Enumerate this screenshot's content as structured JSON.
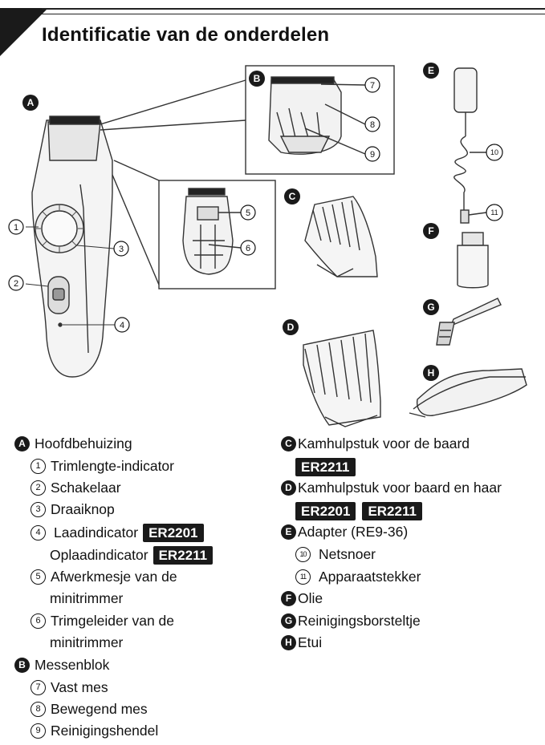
{
  "title": "Identificatie van de onderdelen",
  "colors": {
    "ink": "#1a1a1a",
    "paper": "#ffffff",
    "line": "#555555"
  },
  "figure": {
    "badges": {
      "A": "A",
      "B": "B",
      "C": "C",
      "D": "D",
      "E": "E",
      "F": "F",
      "G": "G",
      "H": "H"
    },
    "callouts": [
      "1",
      "2",
      "3",
      "4",
      "5",
      "6",
      "7",
      "8",
      "9",
      "10",
      "11"
    ]
  },
  "legend": {
    "A": {
      "badge": "A",
      "label": "Hoofdbehuizing"
    },
    "A1": {
      "num": "1",
      "label": "Trimlengte-indicator"
    },
    "A2": {
      "num": "2",
      "label": "Schakelaar"
    },
    "A3": {
      "num": "3",
      "label": "Draaiknop"
    },
    "A4": {
      "num": "4",
      "label": "Laadindicator",
      "model": "ER2201"
    },
    "A4b": {
      "label": "Oplaadindicator",
      "model": "ER2211"
    },
    "A5": {
      "num": "5",
      "label": "Afwerkmesje van de",
      "label2": "minitrimmer"
    },
    "A6": {
      "num": "6",
      "label": "Trimgeleider van de",
      "label2": "minitrimmer"
    },
    "B": {
      "badge": "B",
      "label": "Messenblok"
    },
    "B7": {
      "num": "7",
      "label": "Vast mes"
    },
    "B8": {
      "num": "8",
      "label": "Bewegend mes"
    },
    "B9": {
      "num": "9",
      "label": "Reinigingshendel"
    },
    "C": {
      "badge": "C",
      "label": "Kamhulpstuk voor de baard",
      "model": "ER2211"
    },
    "D": {
      "badge": "D",
      "label": "Kamhulpstuk voor baard en haar",
      "model1": "ER2201",
      "model2": "ER2211"
    },
    "E": {
      "badge": "E",
      "label": "Adapter (RE9-36)"
    },
    "E10": {
      "num": "10",
      "label": "Netsnoer"
    },
    "E11": {
      "num": "11",
      "label": "Apparaatstekker"
    },
    "F": {
      "badge": "F",
      "label": "Olie"
    },
    "G": {
      "badge": "G",
      "label": "Reinigingsborsteltje"
    },
    "H": {
      "badge": "H",
      "label": "Etui"
    }
  }
}
